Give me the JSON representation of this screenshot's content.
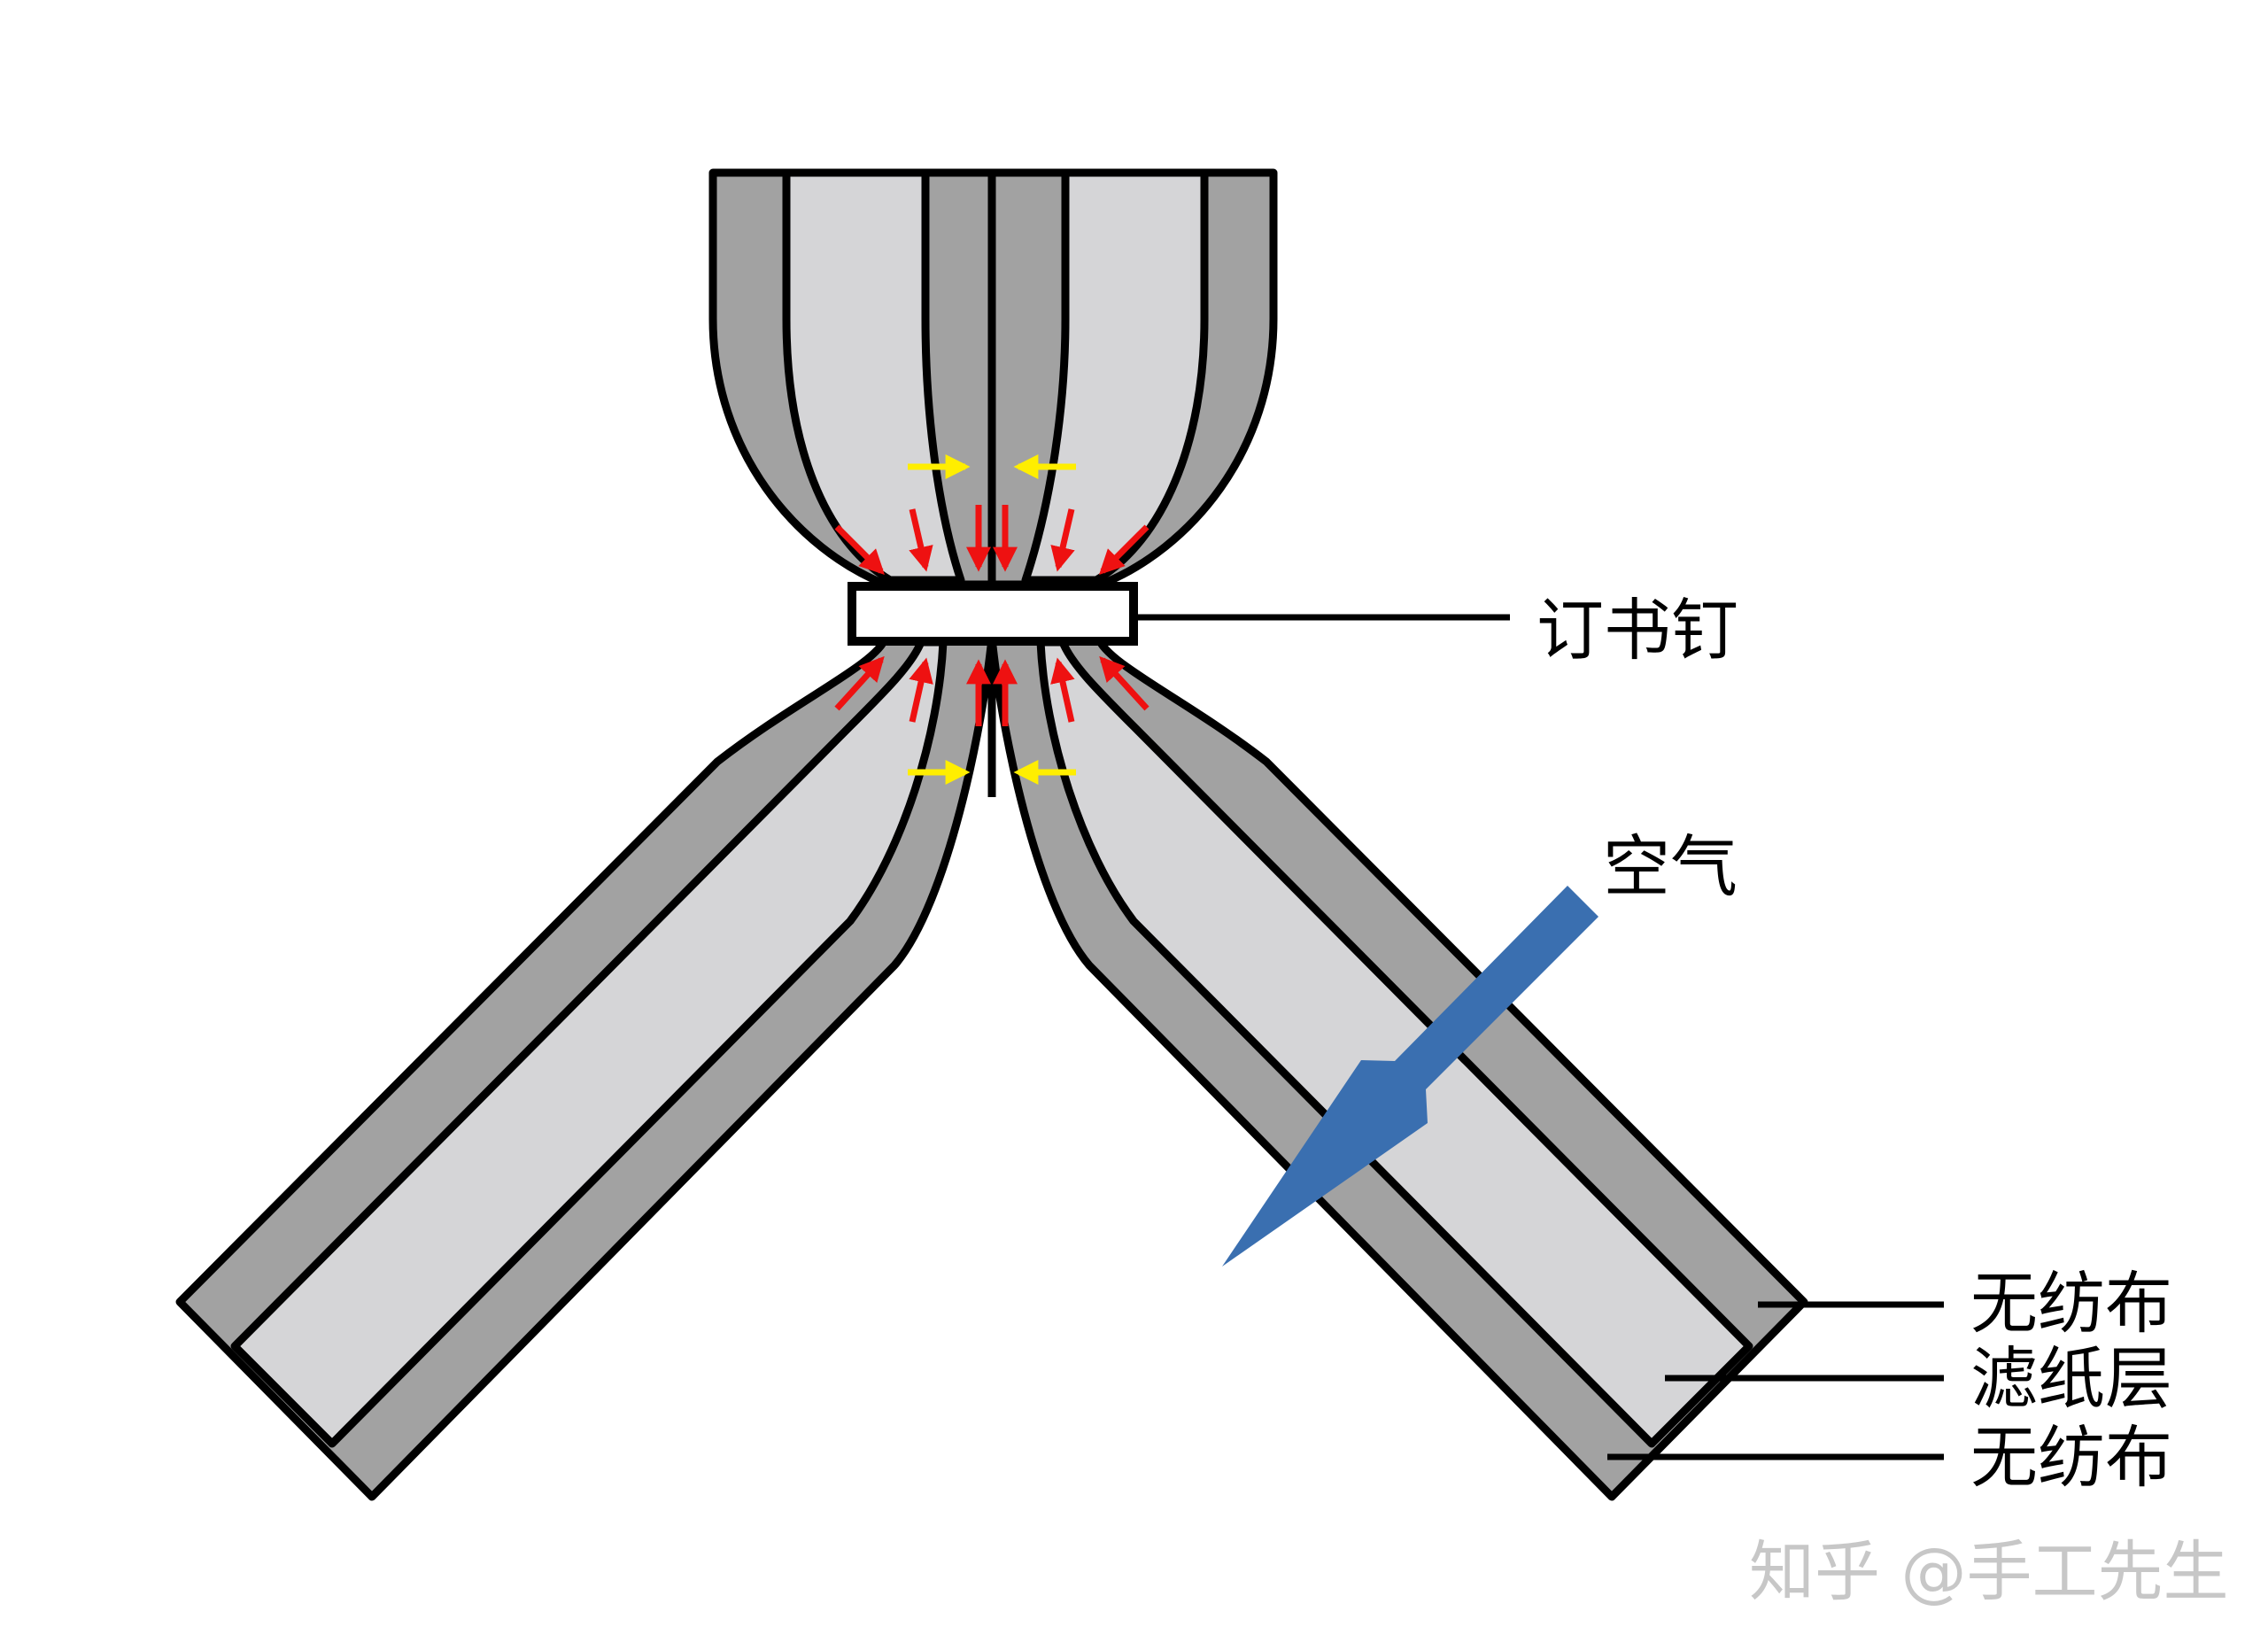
{
  "labels": {
    "staple": "订书钉",
    "air": "空气",
    "nonwoven_outer": "无纺布",
    "filter_layer": "滤纸层",
    "nonwoven_inner": "无纺布"
  },
  "watermark": "知乎 @手工先生",
  "colors": {
    "outer_layer": "#a2a2a2",
    "filter_layer": "#d5d5d7",
    "outline": "#000000",
    "staple_fill": "#ffffff",
    "air_arrow": "#3a6fb0",
    "compression_arrow": "#ee1111",
    "contact_arrow": "#ffee00",
    "watermark": "#c7c7c7"
  },
  "icons": {
    "air_arrow": "air-flow-arrow-icon",
    "compression_arrow": "compression-arrow-icon",
    "contact_arrow": "contact-arrow-icon"
  }
}
